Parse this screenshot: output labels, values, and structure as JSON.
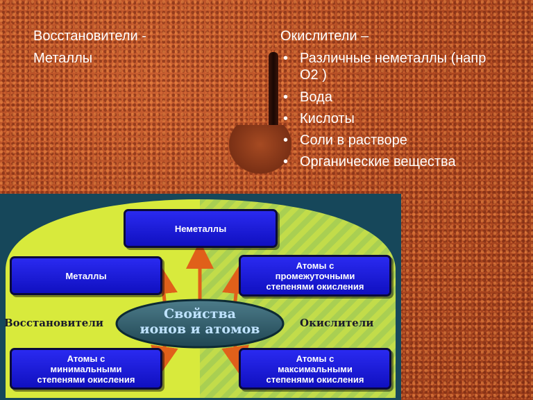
{
  "reducers": {
    "title": "Восстановители -",
    "item": "Металлы"
  },
  "oxidizers": {
    "title": "Окислители –",
    "items": [
      "Различные неметаллы (напр O2 )",
      "Вода",
      "Кислоты",
      "Соли в растворе",
      "Органические вещества"
    ]
  },
  "diagram": {
    "center": [
      "Свойства",
      "ионов и атомов"
    ],
    "top_box": "Неметаллы",
    "left_top_box": "Металлы",
    "right_top_box": [
      "Атомы с",
      "промежуточными",
      "степенями окисления"
    ],
    "left_bottom_box": [
      "Атомы с",
      "минимальными",
      "степенями окисления"
    ],
    "right_bottom_box": [
      "Атомы с",
      "максимальными",
      "степенями окисления"
    ],
    "left_label": "Восстановители",
    "right_label": "Окислители",
    "colors": {
      "background": "#16475a",
      "reducer_zone": "#d4e83a",
      "oxidizer_zone": "#b8d84a",
      "box_fill": "#1e1ed8",
      "arrow": "#e0601a",
      "ellipse": "#2f5a68"
    }
  }
}
